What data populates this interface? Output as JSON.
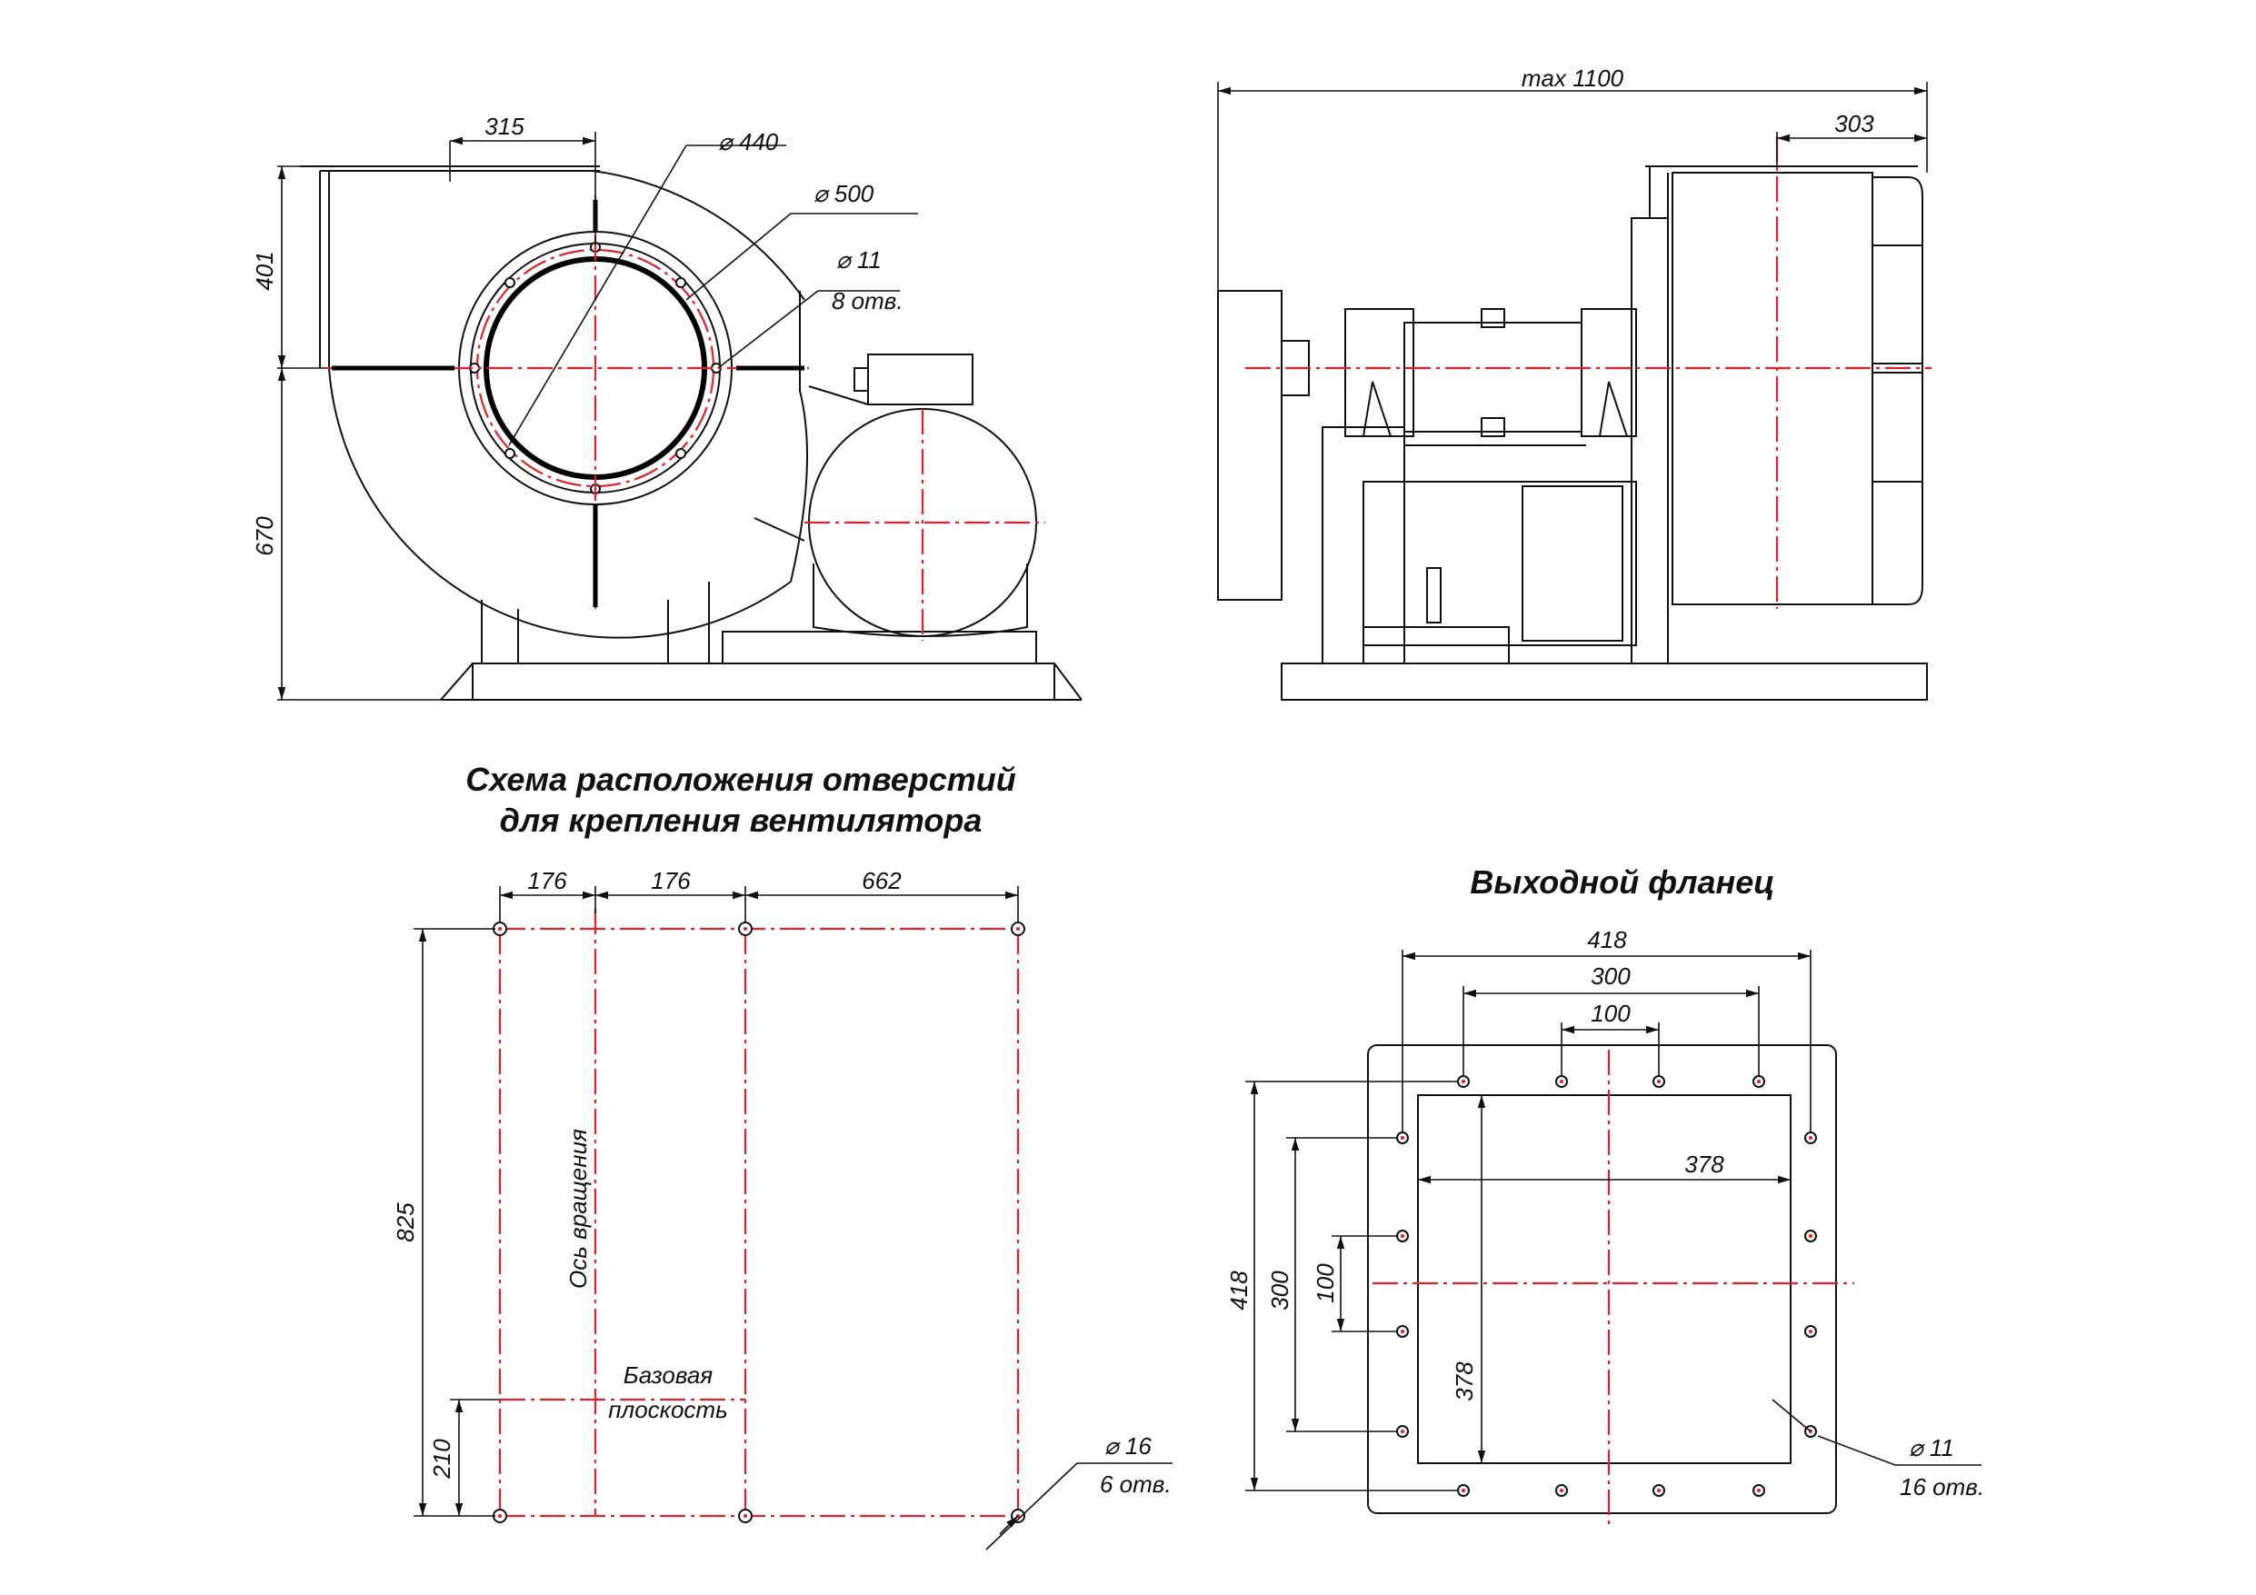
{
  "colors": {
    "line": "#111111",
    "center": "#e0202a",
    "background": "#ffffff"
  },
  "front_view": {
    "dim_315": "315",
    "dim_d440": "⌀ 440",
    "dim_d500": "⌀ 500",
    "dim_d11": "⌀ 11",
    "holes_8": "8 отв.",
    "dim_401": "401",
    "dim_670": "670"
  },
  "side_view": {
    "dim_max1100": "max 1100",
    "dim_303": "303"
  },
  "mount_scheme": {
    "title_line1": "Схема расположения отверстий",
    "title_line2": "для крепления вентилятора",
    "dim_176a": "176",
    "dim_176b": "176",
    "dim_662": "662",
    "dim_825": "825",
    "dim_210": "210",
    "axis_label": "Ось вращения",
    "base_line1": "Базовая",
    "base_line2": "плоскость",
    "dim_d16": "⌀ 16",
    "holes_6": "6 отв."
  },
  "flange": {
    "title": "Выходной фланец",
    "dim_418_top": "418",
    "dim_300_top": "300",
    "dim_100_top": "100",
    "dim_378_h": "378",
    "dim_418_left": "418",
    "dim_300_left": "300",
    "dim_100_left": "100",
    "dim_378_v": "378",
    "dim_d11": "⌀ 11",
    "holes_16": "16 отв."
  }
}
